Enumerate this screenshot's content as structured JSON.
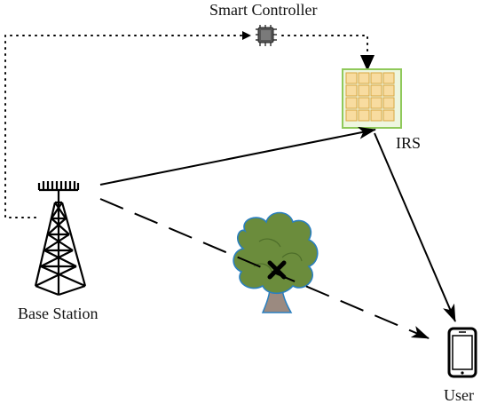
{
  "labels": {
    "smart_controller": "Smart Controller",
    "irs": "IRS",
    "base_station": "Base Station",
    "user": "User"
  },
  "colors": {
    "line": "#000000",
    "irs_border": "#8fc95a",
    "irs_fill": "#eef6e0",
    "irs_cell": "#f8dca0",
    "irs_cell_border": "#d8a640",
    "tree_foliage": "#6b8c3c",
    "tree_outline": "#2a7fbf",
    "tree_trunk": "#9b8a80",
    "chip_body": "#555555"
  },
  "links": [
    {
      "from": "Base Station",
      "to": "IRS",
      "style": "solid"
    },
    {
      "from": "IRS",
      "to": "User",
      "style": "solid"
    },
    {
      "from": "Base Station",
      "to": "User",
      "style": "dashed",
      "blocked": true
    },
    {
      "from": "Base Station",
      "to": "Smart Controller",
      "style": "dotted"
    },
    {
      "from": "Smart Controller",
      "to": "IRS",
      "style": "dotted"
    }
  ],
  "icons": {
    "controller": "chip-icon",
    "irs": "irs-panel-icon",
    "base_station": "tower-icon",
    "user": "phone-icon",
    "obstacle": "tree-icon",
    "blockage": "x-mark-icon"
  }
}
